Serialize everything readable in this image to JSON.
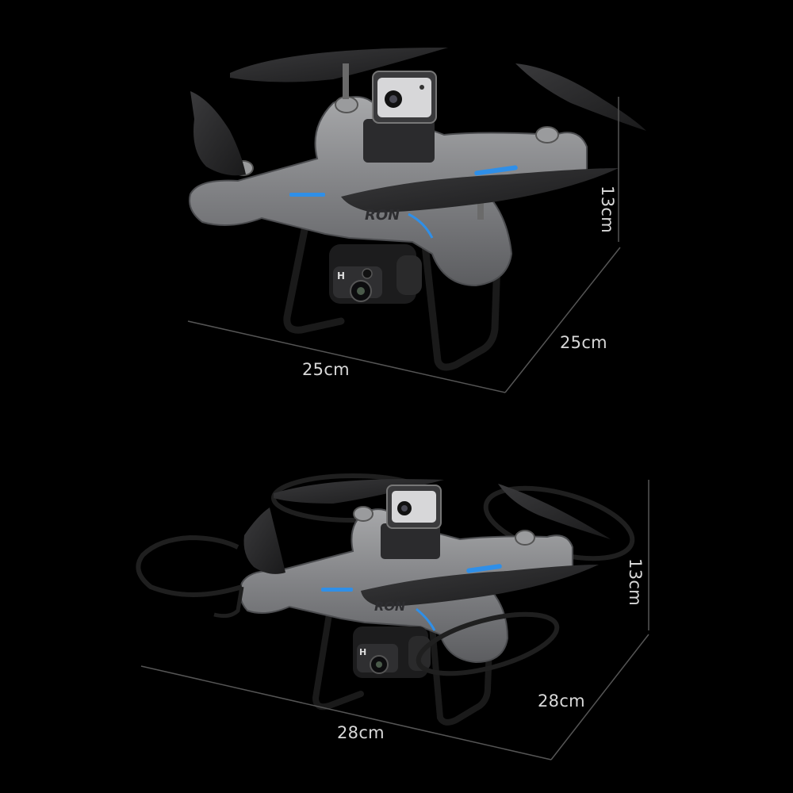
{
  "products": [
    {
      "variant": "without propeller guards",
      "logo_text": "RON",
      "dimensions": {
        "width": "25cm",
        "depth": "25cm",
        "height": "13cm"
      }
    },
    {
      "variant": "with propeller guards",
      "logo_text": "RON",
      "dimensions": {
        "width": "28cm",
        "depth": "28cm",
        "height": "13cm"
      }
    }
  ],
  "colors": {
    "background": "#000000",
    "body": "#8a8b8d",
    "accent": "#2f8fe8",
    "frame": "#1b1b1b"
  }
}
